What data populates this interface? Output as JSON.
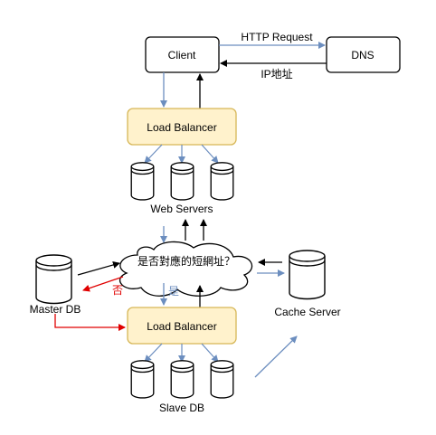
{
  "nodes": {
    "client": "Client",
    "dns": "DNS",
    "load_balancer_top": "Load Balancer",
    "web_servers": "Web Servers",
    "decision": "是否對應的短網址？",
    "master_db": "Master DB",
    "cache_server": "Cache Server",
    "load_balancer_bottom": "Load Balancer",
    "slave_db": "Slave DB"
  },
  "edges": {
    "http_request": "HTTP Request",
    "ip_address": "IP地址",
    "no": "否",
    "yes": "是"
  },
  "colors": {
    "blue_arrow": "#6c8ebf",
    "black_arrow": "#000000",
    "red_arrow": "#e00000",
    "lb_fill": "#fff2cc",
    "lb_stroke": "#d6b656"
  }
}
